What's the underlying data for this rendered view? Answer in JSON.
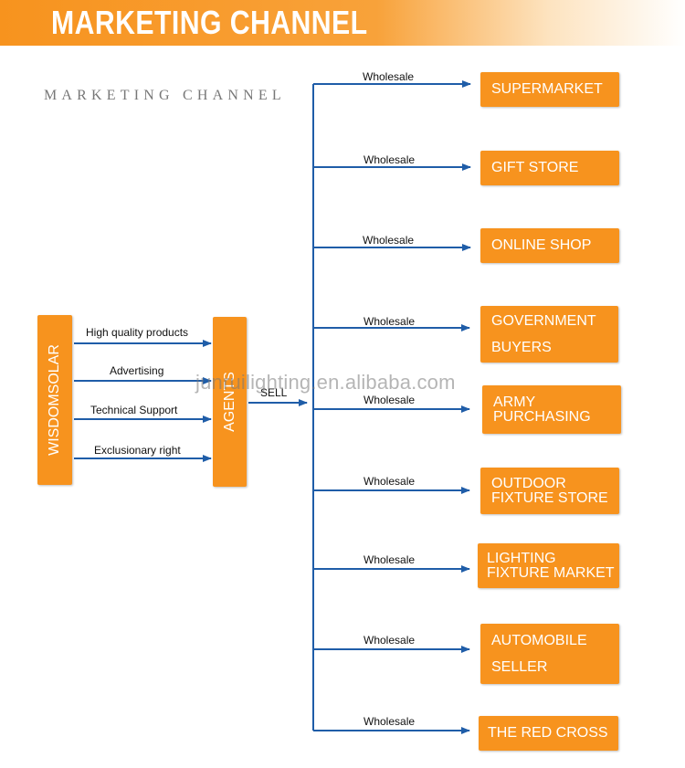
{
  "header": {
    "title": "MARKETING CHANNEL"
  },
  "subtitle": "MARKETING CHANNEL",
  "source": {
    "label": "WISDOMSOLAR"
  },
  "agent": {
    "label": "AGENTS"
  },
  "sell_label": "SELL",
  "input_labels": [
    "High quality products",
    "Advertising",
    "Technical Support",
    "Exclusionary right"
  ],
  "destinations": [
    {
      "edge": "Wholesale",
      "label": "SUPERMARKET"
    },
    {
      "edge": "Wholesale",
      "label": "GIFT STORE"
    },
    {
      "edge": "Wholesale",
      "label": "ONLINE SHOP"
    },
    {
      "edge": "Wholesale",
      "label": "GOVERNMENT\nBUYERS"
    },
    {
      "edge": "Wholesale",
      "label": "ARMY\nPURCHASING"
    },
    {
      "edge": "Wholesale",
      "label": "OUTDOOR\nFIXTURE STORE"
    },
    {
      "edge": "Wholesale",
      "label": "LIGHTING\nFIXTURE MARKET"
    },
    {
      "edge": "Wholesale",
      "label": "AUTOMOBILE\nSELLER"
    },
    {
      "edge": "Wholesale",
      "label": "THE RED CROSS"
    }
  ],
  "watermark": "junruilighting.en.alibaba.com",
  "colors": {
    "accent": "#f7931e",
    "line": "#1f5da8"
  }
}
